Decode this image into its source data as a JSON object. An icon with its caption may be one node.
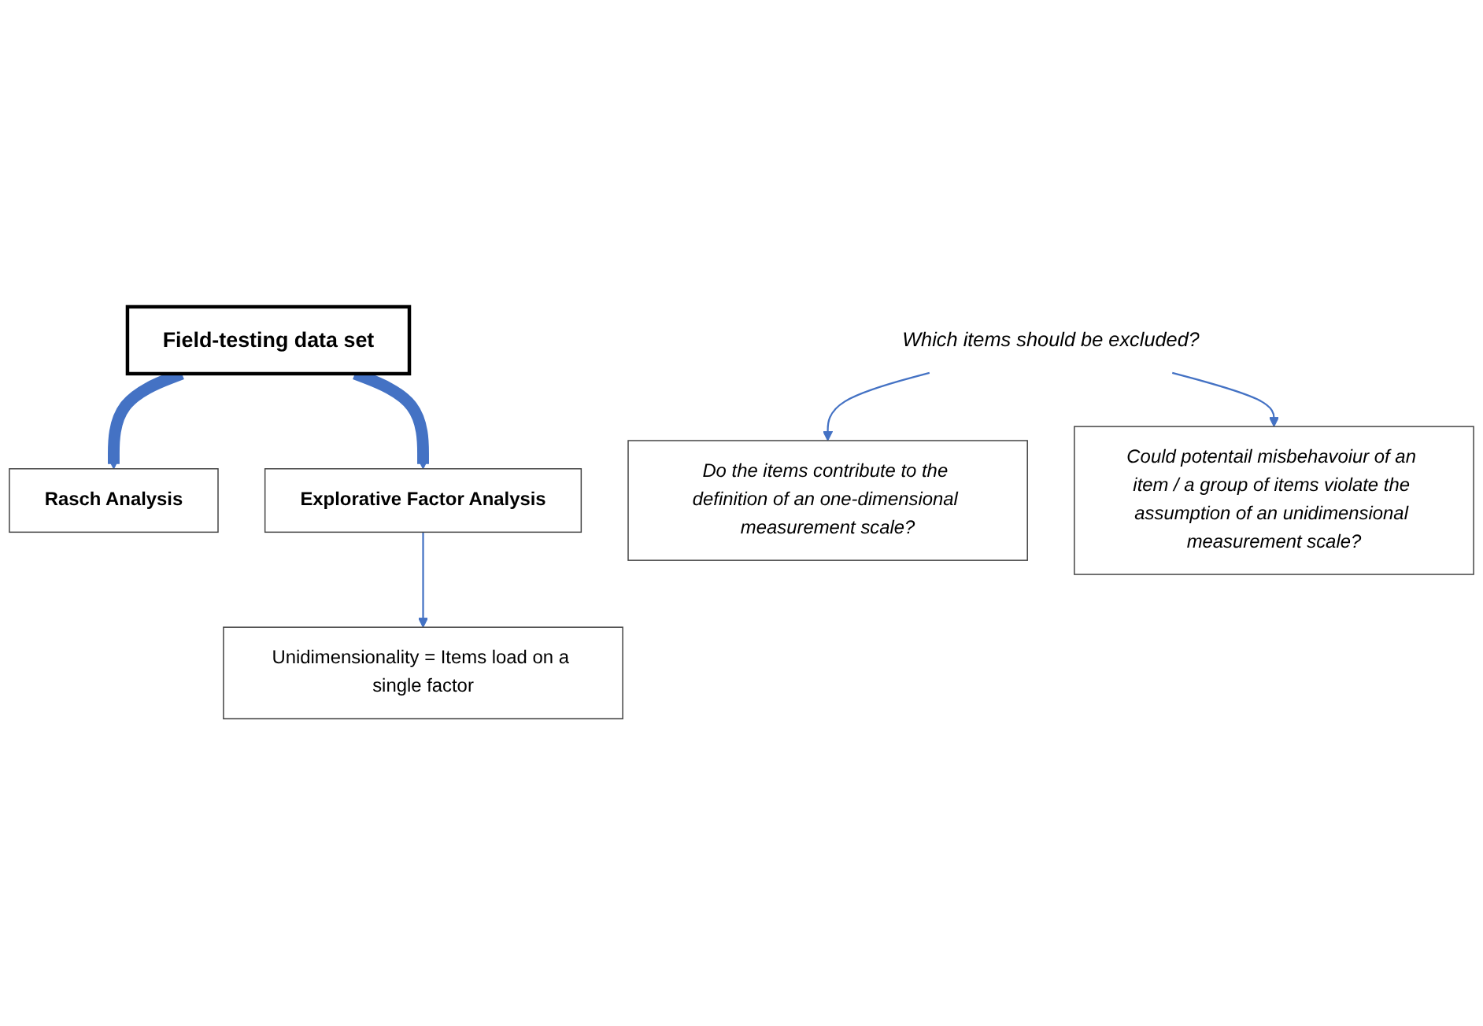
{
  "diagram": {
    "nodes": [
      {
        "text": [
          "Rasch Analysis"
        ]
      },
      {
        "text": [
          "Do the items contribute to the definition of an one-dimensional measurement scale?"
        ]
      },
      {
        "text": [
          "Field-testing data set"
        ]
      },
      {
        "text": [
          "Could potentail misbehavoiur of an item / a group of items violate the assumption of an unidimensional measurement scale?"
        ]
      },
      {
        "text": [
          "Explorative Factor Analysis"
        ]
      },
      {
        "text": [
          "Unidimensionality = Items load on a single factor"
        ]
      },
      {
        "text": [
          "Which items should be excluded?"
        ]
      }
    ],
    "edges": [
      {
        "from": 2,
        "to": 0,
        "arrow": "to",
        "style": "thick"
      },
      {
        "from": 2,
        "to": 4,
        "arrow": "to",
        "style": "thick"
      },
      {
        "from": 4,
        "to": 5,
        "arrow": "to"
      },
      {
        "from": 6,
        "to": 1,
        "arrow": "to"
      },
      {
        "from": 6,
        "to": 3,
        "arrow": "to"
      }
    ]
  }
}
